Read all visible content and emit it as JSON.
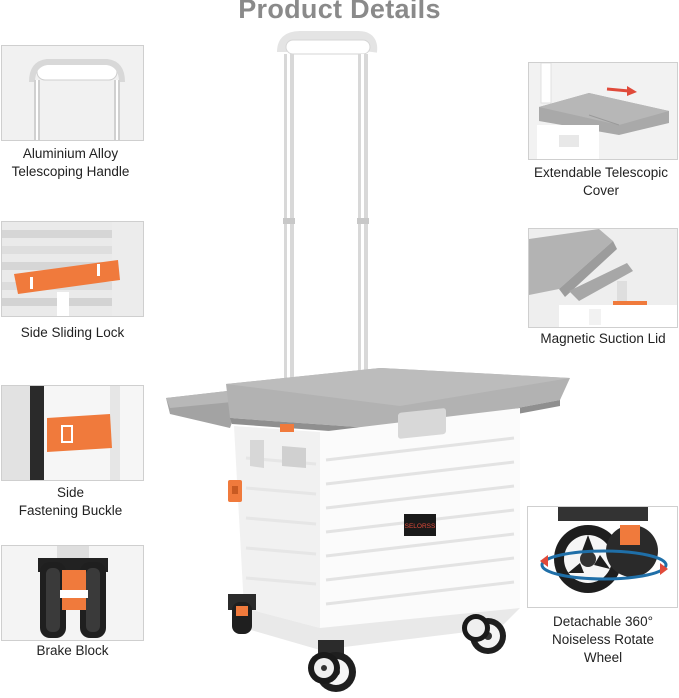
{
  "title": "Product Details",
  "features": {
    "handle": {
      "line1": "Aluminium Alloy",
      "line2": "Telescoping Handle"
    },
    "lock": {
      "line1": "Side Sliding Lock"
    },
    "buckle": {
      "line1": "Side",
      "line2": "Fastening Buckle"
    },
    "brake": {
      "line1": "Brake Block"
    },
    "cover": {
      "line1": "Extendable Telescopic",
      "line2": "Cover"
    },
    "lid": {
      "line1": "Magnetic Suction Lid"
    },
    "wheel": {
      "line1": "Detachable 360°",
      "line2": "Noiseless Rotate",
      "line3": "Wheel"
    }
  },
  "brand_label": "SELORSS",
  "colors": {
    "accent_orange": "#f07a3c",
    "lid_gray": "#a9a9a9",
    "body_white": "#fafafa",
    "title_gray": "#8a8a8a",
    "rotate_arrow": "#1f6fa8"
  }
}
